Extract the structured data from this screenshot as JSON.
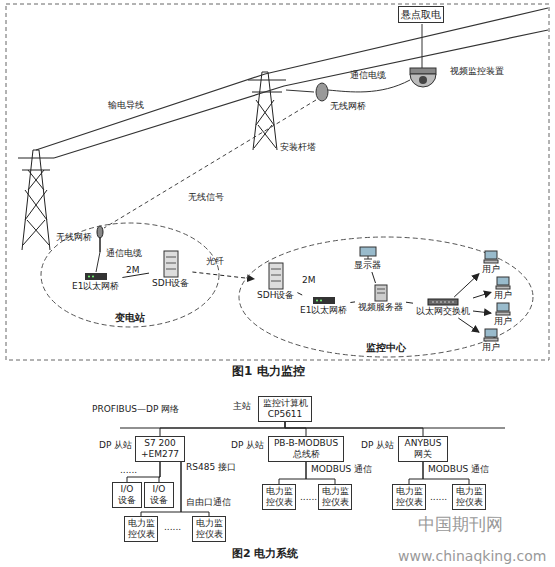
{
  "diagram": {
    "nodes": [
      {
        "text": [
          "悬点取电"
        ]
      },
      {
        "text": [
          "变电站"
        ]
      },
      {
        "text": [
          "E1以太网桥"
        ],
        "in": 1
      },
      {
        "text": [
          "SDH设备"
        ],
        "in": 1
      },
      {
        "text": [
          "监控中心"
        ]
      },
      {
        "text": [
          "SDH设备"
        ],
        "in": 4
      },
      {
        "text": [
          "E1以太网桥"
        ],
        "in": 4
      },
      {
        "text": [
          "视频服务器"
        ],
        "in": 4
      },
      {
        "text": [
          "显示器"
        ],
        "in": 4
      },
      {
        "text": [
          "以太网交换机"
        ],
        "in": 4
      },
      {
        "text": [
          "用户"
        ],
        "in": 4
      },
      {
        "text": [
          "用户"
        ],
        "in": 4
      },
      {
        "text": [
          "用户"
        ],
        "in": 4
      },
      {
        "text": [
          "用户"
        ],
        "in": 4
      },
      {
        "text": [
          "主站",
          "监控计算机 CP5611"
        ]
      },
      {
        "text": [
          "DP 从站",
          "S7 200 +EM277"
        ]
      },
      {
        "text": [
          "DP 从站",
          "PB-B-MODBUS 总线桥"
        ]
      },
      {
        "text": [
          "DP 从站",
          "ANYBUS 网关"
        ]
      },
      {
        "text": [
          "I/O 设备"
        ]
      },
      {
        "text": [
          "I/O 设备"
        ]
      },
      {
        "text": [
          "电力监控仪表"
        ]
      },
      {
        "text": [
          "电力监控仪表"
        ]
      },
      {
        "text": [
          "电力监控仪表"
        ]
      },
      {
        "text": [
          "电力监控仪表"
        ]
      },
      {
        "text": [
          "电力监控仪表"
        ]
      },
      {
        "text": [
          "电力监控仪表"
        ]
      }
    ],
    "edges": [
      {
        "from": 2,
        "to": 3,
        "arrow": "none"
      },
      {
        "from": 3,
        "to": 5,
        "arrow": "to"
      },
      {
        "from": 5,
        "to": 6,
        "arrow": "none"
      },
      {
        "from": 6,
        "to": 7,
        "arrow": "none"
      },
      {
        "from": 7,
        "to": 8,
        "arrow": "none"
      },
      {
        "from": 7,
        "to": 9,
        "arrow": "none"
      },
      {
        "from": 9,
        "to": 10,
        "arrow": "to"
      },
      {
        "from": 9,
        "to": 11,
        "arrow": "to"
      },
      {
        "from": 9,
        "to": 12,
        "arrow": "to"
      },
      {
        "from": 9,
        "to": 13,
        "arrow": "to"
      },
      {
        "from": 14,
        "to": 15,
        "arrow": "none"
      },
      {
        "from": 14,
        "to": 16,
        "arrow": "none"
      },
      {
        "from": 14,
        "to": 17,
        "arrow": "none"
      },
      {
        "from": 15,
        "to": 18,
        "arrow": "none"
      },
      {
        "from": 15,
        "to": 19,
        "arrow": "none"
      },
      {
        "from": 15,
        "to": 20,
        "arrow": "none"
      },
      {
        "from": 15,
        "to": 21,
        "arrow": "none"
      },
      {
        "from": 16,
        "to": 22,
        "arrow": "none"
      },
      {
        "from": 16,
        "to": 23,
        "arrow": "none"
      },
      {
        "from": 17,
        "to": 24,
        "arrow": "none"
      },
      {
        "from": 17,
        "to": 25,
        "arrow": "none"
      }
    ],
    "labels": [
      "输电导线",
      "安装杆塔",
      "无线信号",
      "无线网桥",
      "通信电缆",
      "视频监控装置",
      "无线网桥",
      "通信电缆",
      "2M",
      "光纤",
      "2M",
      "图1 电力监控",
      "PROFIBUS—DP 网络",
      "RS485 接口",
      "......",
      "自由口通信",
      "......",
      "MODBUS 通信",
      "......",
      "MODBUS 通信",
      "......",
      "图2 电力系统",
      "中国期刊网",
      "www.chinaqking.com"
    ]
  }
}
